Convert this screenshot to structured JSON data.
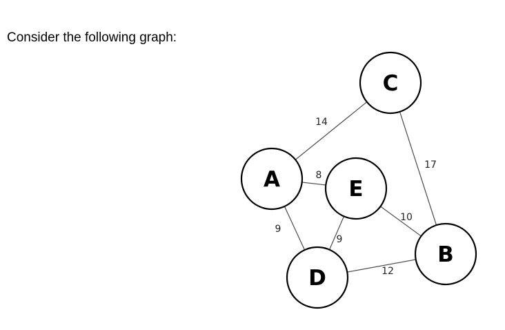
{
  "prompt": "Consider the following graph:",
  "graph": {
    "nodes": [
      {
        "id": "A",
        "label": "A"
      },
      {
        "id": "B",
        "label": "B"
      },
      {
        "id": "C",
        "label": "C"
      },
      {
        "id": "D",
        "label": "D"
      },
      {
        "id": "E",
        "label": "E"
      }
    ],
    "edges": [
      {
        "from": "A",
        "to": "C",
        "weight": "14"
      },
      {
        "from": "A",
        "to": "E",
        "weight": "8"
      },
      {
        "from": "A",
        "to": "D",
        "weight": "9"
      },
      {
        "from": "E",
        "to": "D",
        "weight": "9"
      },
      {
        "from": "E",
        "to": "B",
        "weight": "10"
      },
      {
        "from": "C",
        "to": "B",
        "weight": "17"
      },
      {
        "from": "D",
        "to": "B",
        "weight": "12"
      }
    ]
  }
}
